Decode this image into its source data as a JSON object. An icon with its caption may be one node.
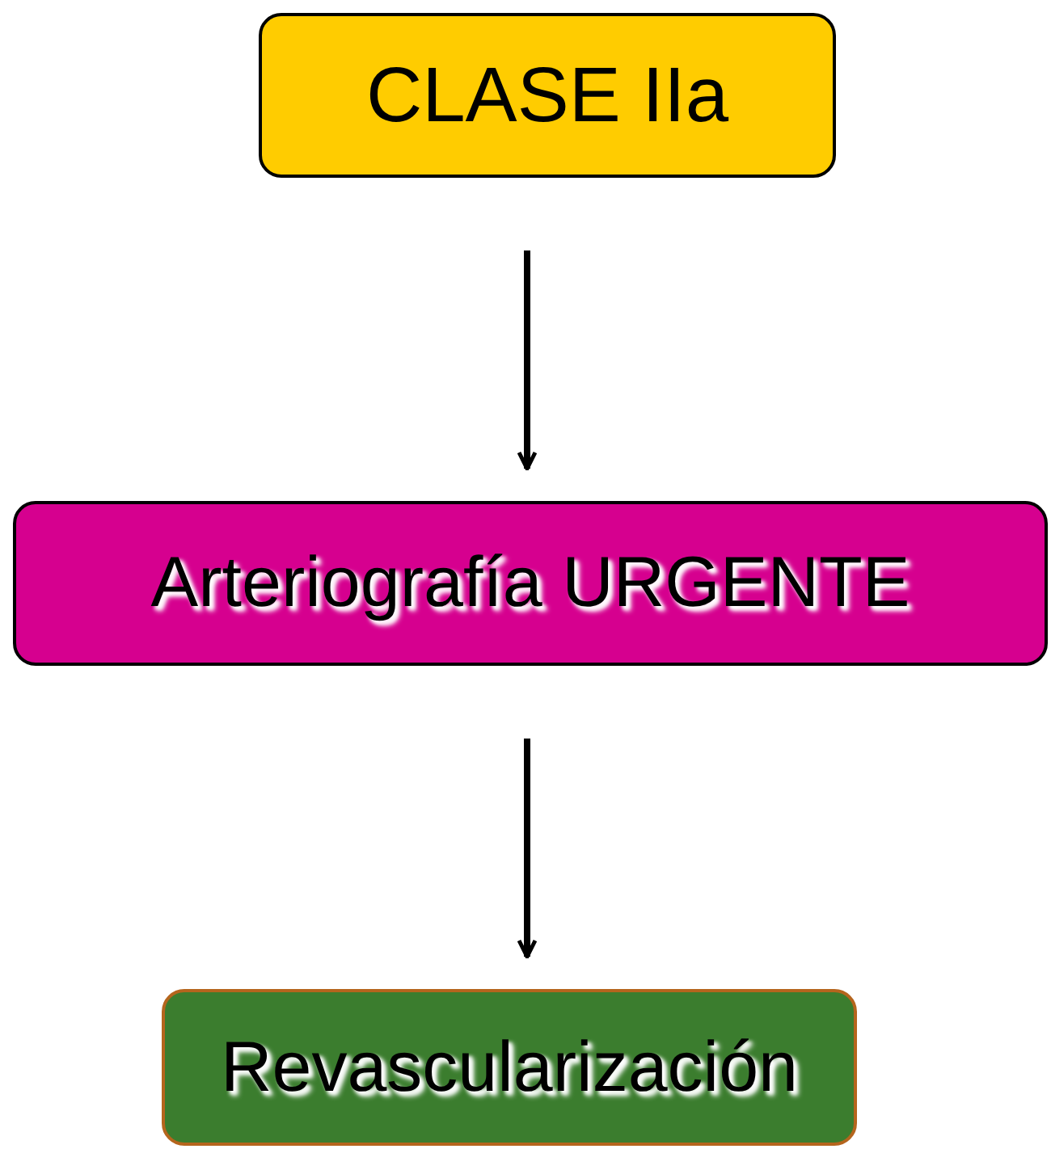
{
  "diagram": {
    "nodes": [
      {
        "text": [
          "CLASE IIa"
        ]
      },
      {
        "text": [
          "Arteriografía URGENTE"
        ]
      },
      {
        "text": [
          "Revascularización"
        ]
      }
    ],
    "edges": [
      {
        "from": 0,
        "to": 1,
        "arrow": "to"
      },
      {
        "from": 1,
        "to": 2,
        "arrow": "to"
      }
    ]
  }
}
